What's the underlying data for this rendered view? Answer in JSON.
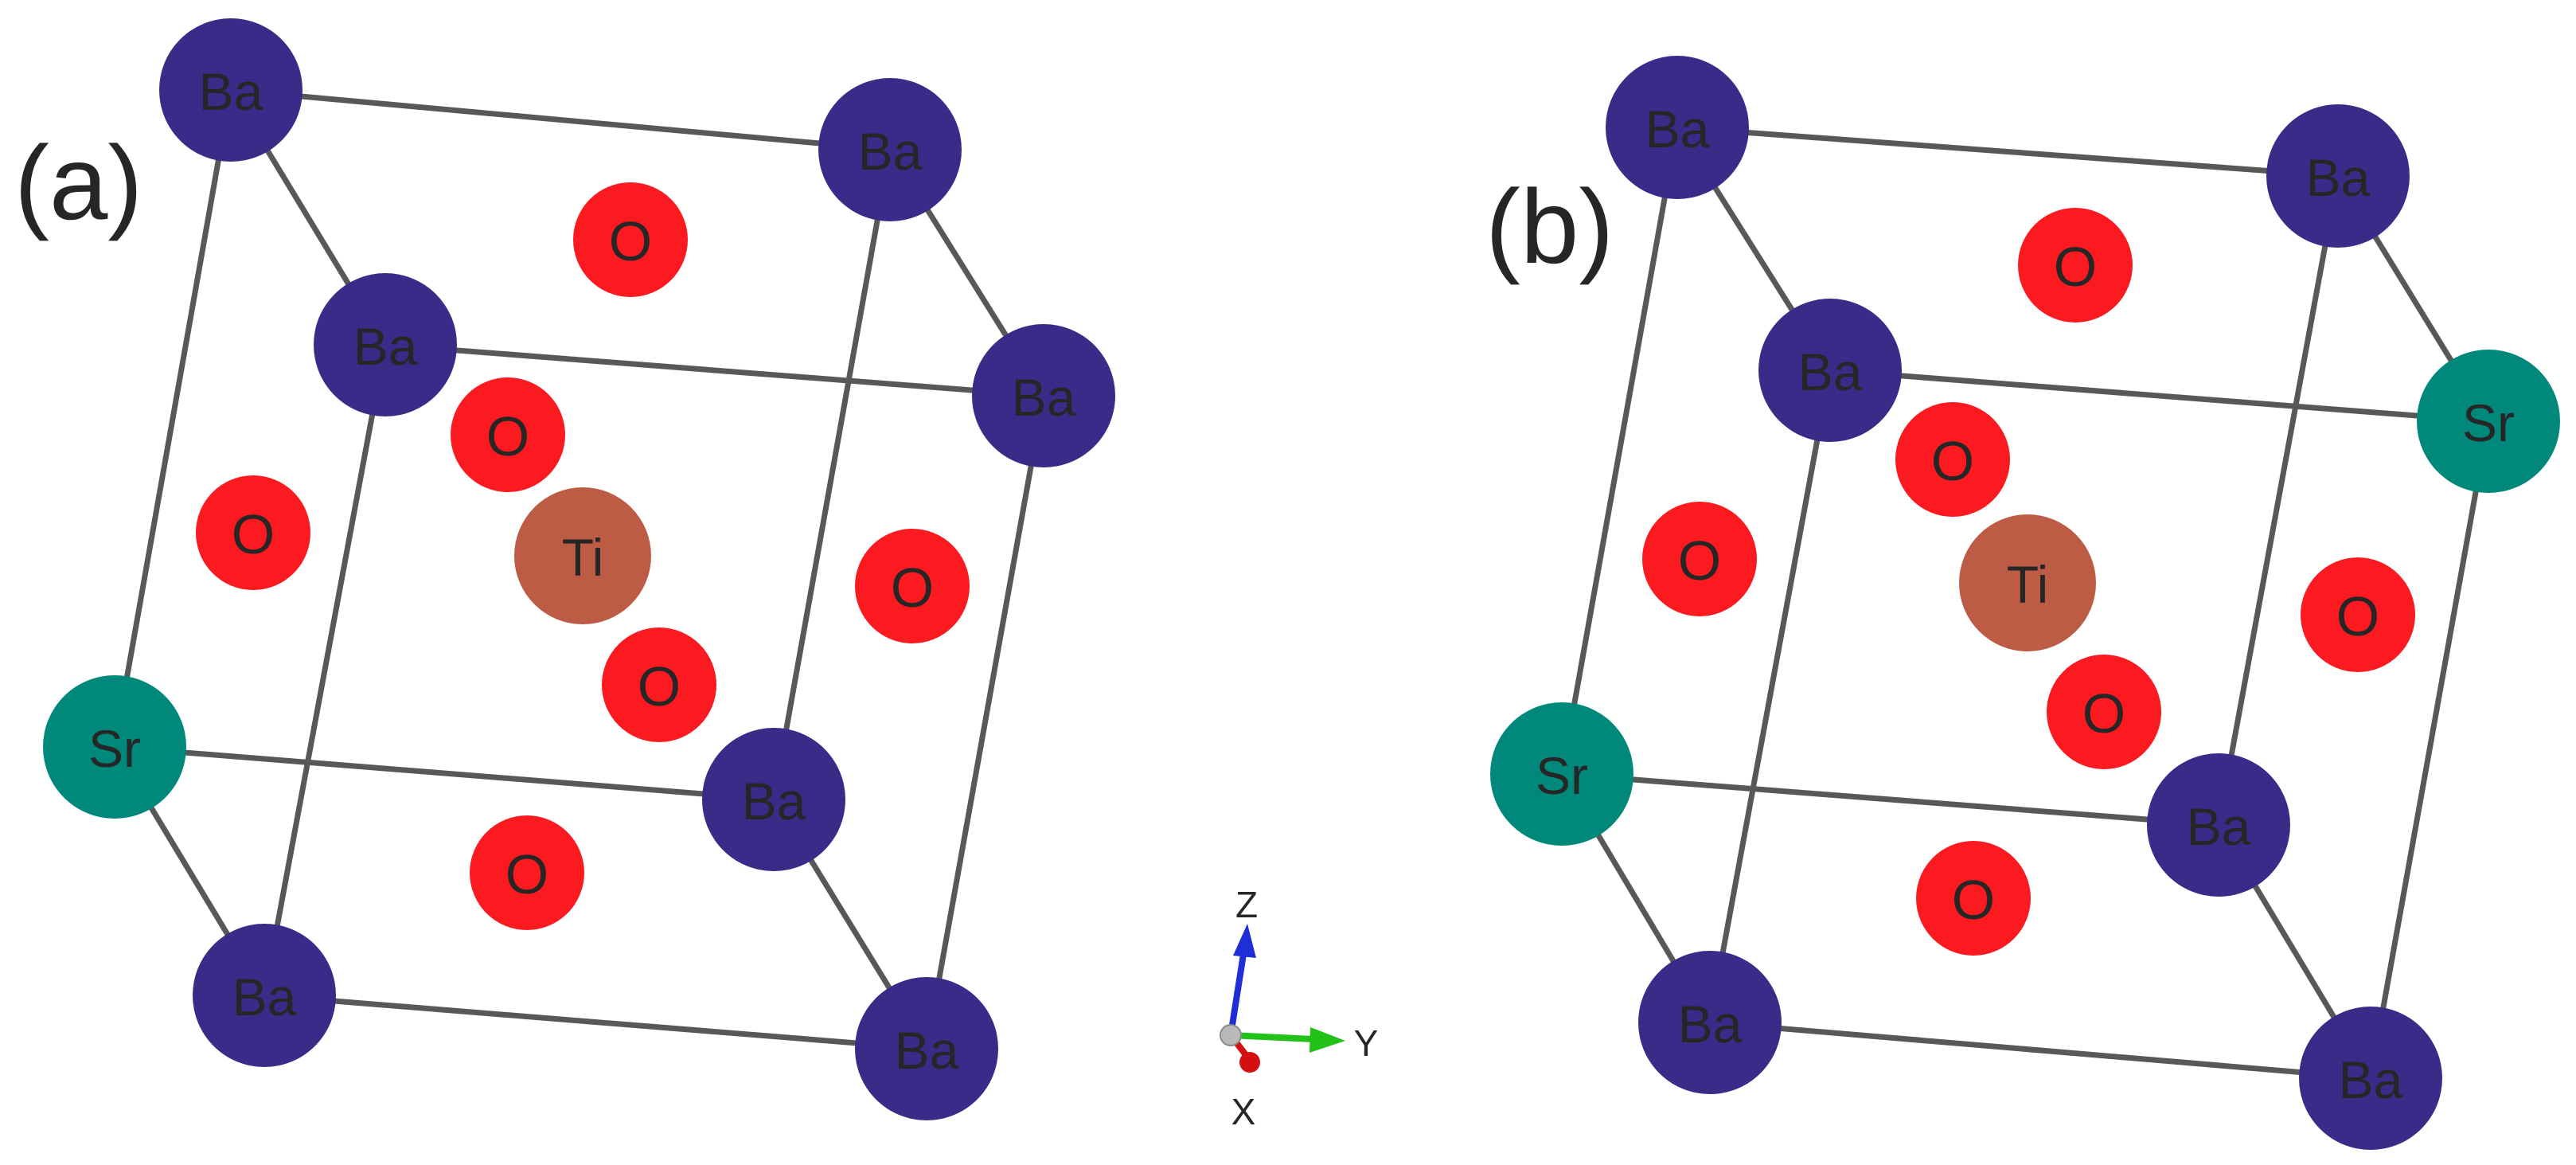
{
  "colors": {
    "Ba": "#3b2a87",
    "Sr": "#00897b",
    "Ti": "#bd5c45",
    "O": "#fb1a20",
    "bond": "#585858",
    "axis_z": "#1f2fd6",
    "axis_y": "#22c11a",
    "axis_x": "#d40f0f",
    "origin": "#b9b9b9"
  },
  "panels": [
    {
      "label": "(a)",
      "atoms": [
        {
          "element": "Ba",
          "label": "Ba"
        },
        {
          "element": "Ba",
          "label": "Ba"
        },
        {
          "element": "Ba",
          "label": "Ba"
        },
        {
          "element": "Ba",
          "label": "Ba"
        },
        {
          "element": "Sr",
          "label": "Sr"
        },
        {
          "element": "Ba",
          "label": "Ba"
        },
        {
          "element": "Ba",
          "label": "Ba"
        },
        {
          "element": "Ba",
          "label": "Ba"
        },
        {
          "element": "Ti",
          "label": "Ti"
        },
        {
          "element": "O",
          "label": "O"
        },
        {
          "element": "O",
          "label": "O"
        },
        {
          "element": "O",
          "label": "O"
        },
        {
          "element": "O",
          "label": "O"
        },
        {
          "element": "O",
          "label": "O"
        },
        {
          "element": "O",
          "label": "O"
        }
      ]
    },
    {
      "label": "(b)",
      "atoms": [
        {
          "element": "Ba",
          "label": "Ba"
        },
        {
          "element": "Ba",
          "label": "Ba"
        },
        {
          "element": "Ba",
          "label": "Ba"
        },
        {
          "element": "Sr",
          "label": "Sr"
        },
        {
          "element": "Sr",
          "label": "Sr"
        },
        {
          "element": "Ba",
          "label": "Ba"
        },
        {
          "element": "Ba",
          "label": "Ba"
        },
        {
          "element": "Ba",
          "label": "Ba"
        },
        {
          "element": "Ti",
          "label": "Ti"
        },
        {
          "element": "O",
          "label": "O"
        },
        {
          "element": "O",
          "label": "O"
        },
        {
          "element": "O",
          "label": "O"
        },
        {
          "element": "O",
          "label": "O"
        },
        {
          "element": "O",
          "label": "O"
        },
        {
          "element": "O",
          "label": "O"
        }
      ]
    }
  ],
  "axes": {
    "z_label": "Z",
    "y_label": "Y",
    "x_label": "X"
  }
}
